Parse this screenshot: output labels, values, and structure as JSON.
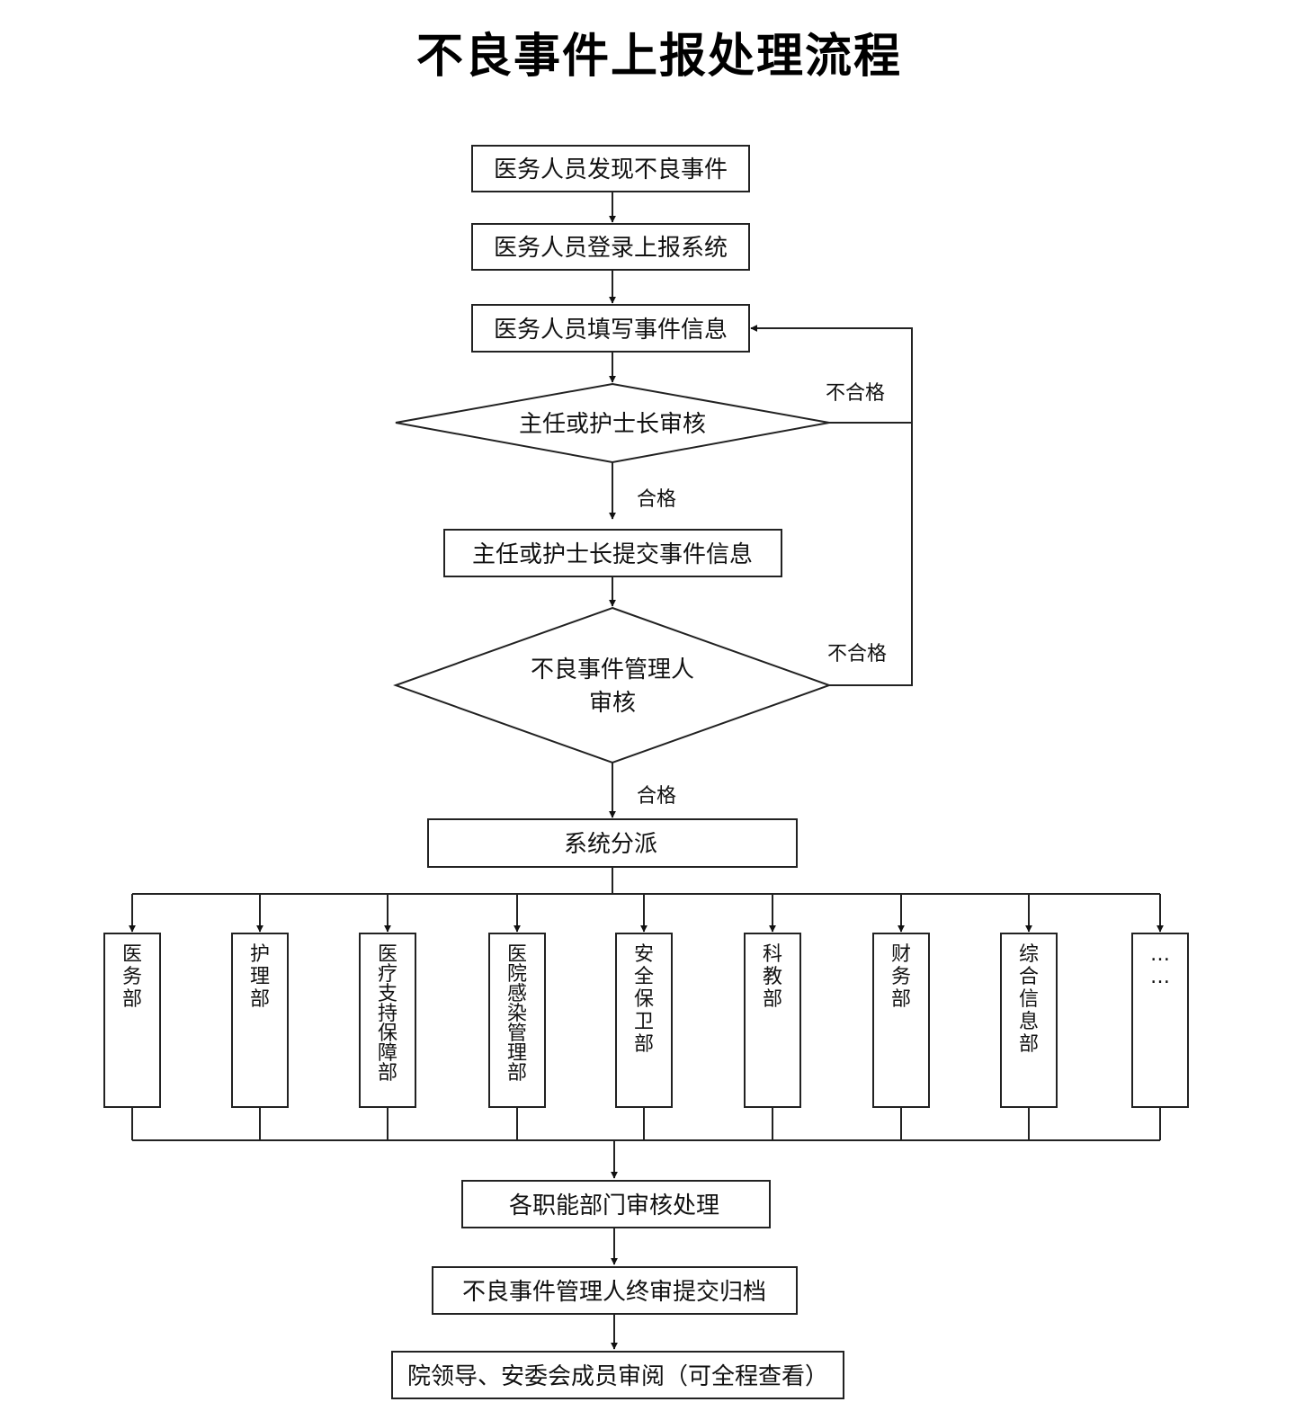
{
  "title": "不良事件上报处理流程",
  "steps": {
    "discover": "医务人员发现不良事件",
    "login": "医务人员登录上报系统",
    "fill": "医务人员填写事件信息",
    "review1": "主任或护士长审核",
    "submit": "主任或护士长提交事件信息",
    "review2_line1": "不良事件管理人",
    "review2_line2": "审核",
    "dispatch": "系统分派",
    "dept_process": "各职能部门审核处理",
    "archive": "不良事件管理人终审提交归档",
    "leaders": "院领导、安委会成员审阅（可全程查看）"
  },
  "edge_labels": {
    "pass": "合格",
    "fail": "不合格"
  },
  "departments": [
    "医务部",
    "护理部",
    "医疗支持保障部",
    "医院感染管理部",
    "安全保卫部",
    "科教部",
    "财务部",
    "综合信息部",
    "……"
  ]
}
